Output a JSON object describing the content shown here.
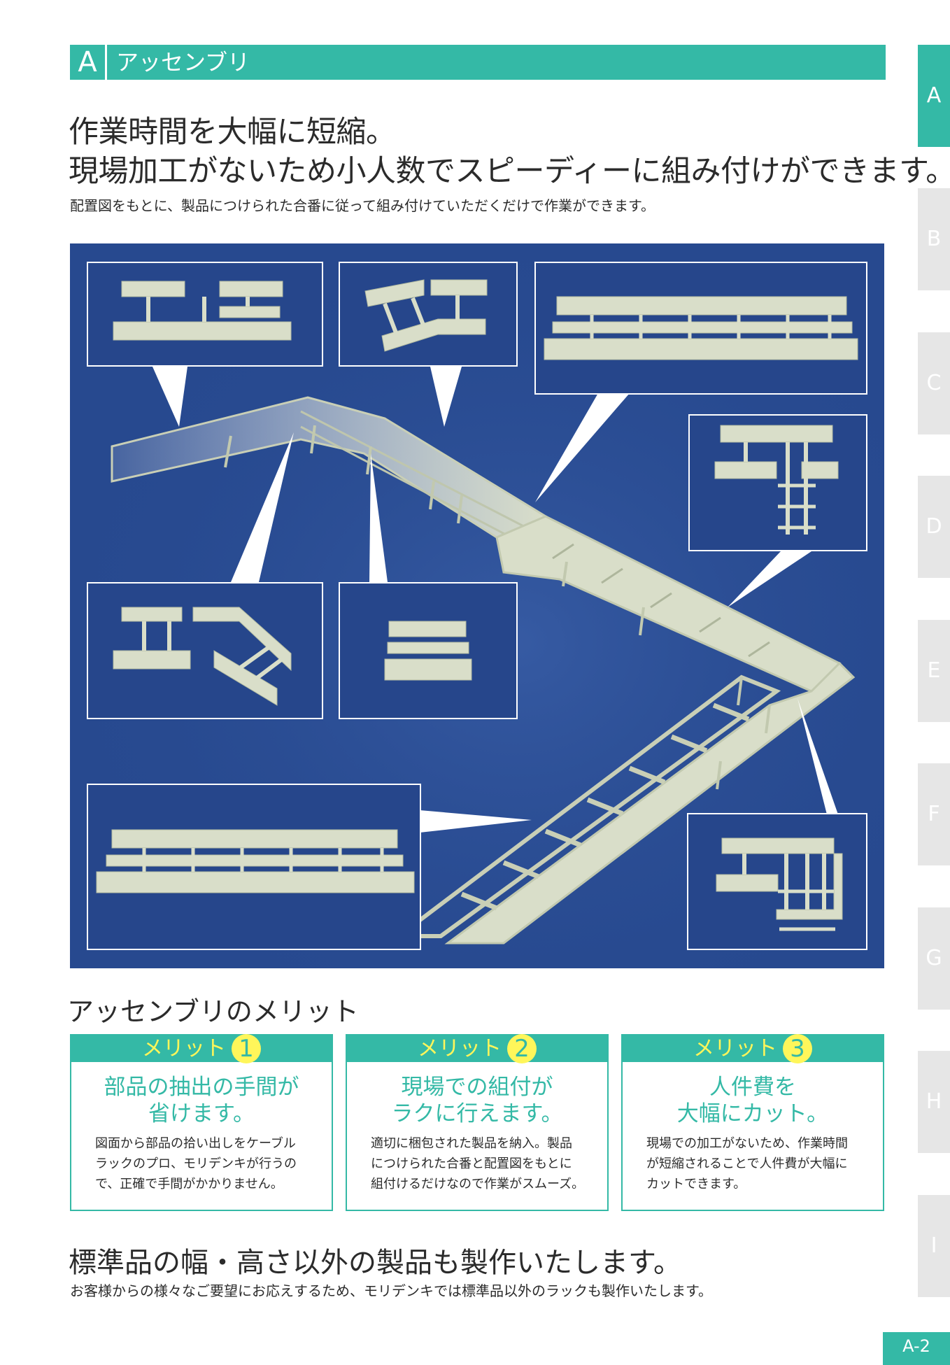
{
  "section": {
    "letter": "A",
    "title": "アッセンブリ"
  },
  "tabs": [
    "A",
    "B",
    "C",
    "D",
    "E",
    "F",
    "G",
    "H",
    "I"
  ],
  "active_tab": "A",
  "headline": {
    "line1": "作業時間を大幅に短縮。",
    "line2": "現場加工がないため小人数でスピーディーに組み付けができます。",
    "sub": "配置図をもとに、製品につけられた合番に従って組み付けていただくだけで作業ができます。"
  },
  "merits": {
    "title": "アッセンブリのメリット",
    "label": "メリット",
    "items": [
      {
        "num": "1",
        "lead1": "部品の抽出の手間が",
        "lead2": "省けます。",
        "body1": "図面から部品の拾い出しをケーブル",
        "body2": "ラックのプロ、モリデンキが行うの",
        "body3": "で、正確で手間がかかりません。"
      },
      {
        "num": "2",
        "lead1": "現場での組付が",
        "lead2": "ラクに行えます。",
        "body1": "適切に梱包された製品を納入。製品",
        "body2": "につけられた合番と配置図をもとに",
        "body3": "組付けるだけなので作業がスムーズ。"
      },
      {
        "num": "3",
        "lead1": "人件費を",
        "lead2": "大幅にカット。",
        "body1": "現場での加工がないため、作業時間",
        "body2": "が短縮されることで人件費が大幅に",
        "body3": "カットできます。"
      }
    ]
  },
  "bottom": {
    "heading": "標準品の幅・高さ以外の製品も製作いたします。",
    "sub": "お客様からの様々なご要望にお応えするため、モリデンキでは標準品以外のラックも製作いたします。"
  },
  "page_number": "A-2",
  "colors": {
    "accent": "#34b9a6",
    "hero_bg": "#27498f",
    "highlight": "#fff65a",
    "rack": "#d9dec9"
  }
}
